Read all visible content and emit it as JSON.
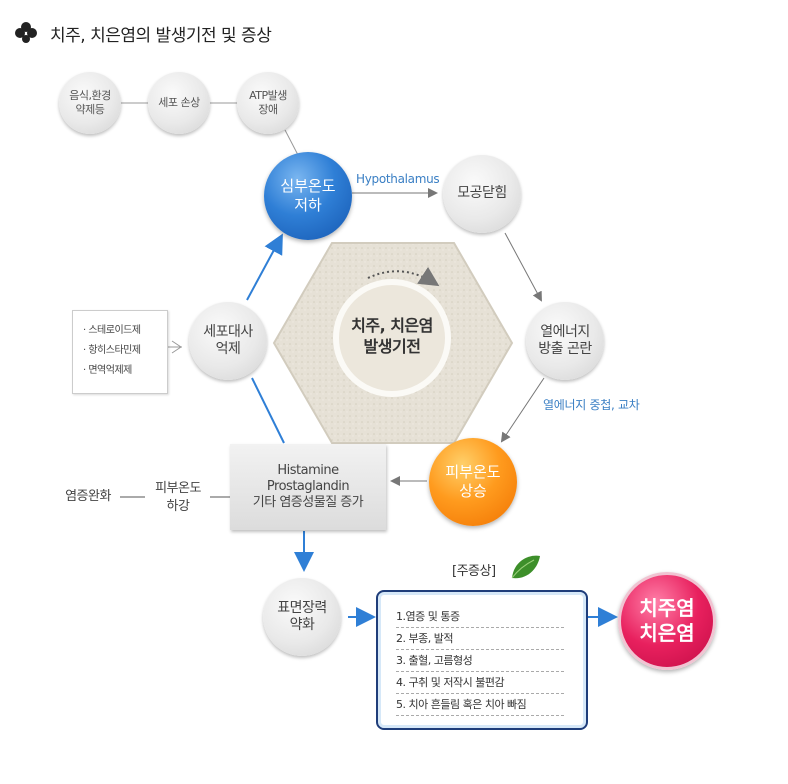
{
  "title": "치주, 치은염의 발생기전 및 증상",
  "top_chain": [
    {
      "label": "음식,환경\n약제등"
    },
    {
      "label": "세포 손상"
    },
    {
      "label": "ATP발생\n장애"
    }
  ],
  "nodes": {
    "core_temp_drop": "심부온도\n저하",
    "pore_closure": "모공닫힘",
    "heat_release": "열에너지\n방출 곤란",
    "skin_temp_rise": "피부온도\n상승",
    "metabolism_suppression": "세포대사\n억제",
    "surface_tension": "표면장력\n약화",
    "center": "치주, 치은염\n발생기전",
    "result": "치주염\n치은염"
  },
  "arrow_labels": {
    "hypothalamus": "Hypothalamus",
    "heat_overlap": "열에너지 중첩, 교차"
  },
  "drugs": [
    "· 스테로이드제",
    "· 항히스타민제",
    "· 면역억제제"
  ],
  "histamine_box": [
    "Histamine",
    "Prostaglandin",
    "기타 염증성물질 증가"
  ],
  "left_chain": {
    "skin_temp_drop": "피부온도\n하강",
    "relief": "염증완화"
  },
  "symptoms": {
    "title": "[주증상]",
    "items": [
      "1.염증 및 통증",
      "2. 부종, 발적",
      "3. 출혈, 고름형성",
      "4. 구취 및 저작시 불편감",
      "5. 치아 흔들림 혹은 치아 빠짐"
    ]
  },
  "colors": {
    "blue_node": "#1f6ec9",
    "orange_node": "#ff8c00",
    "pink_node": "#e0185a",
    "arrow_blue": "#2f7fd6",
    "arrow_gray": "#888888"
  }
}
